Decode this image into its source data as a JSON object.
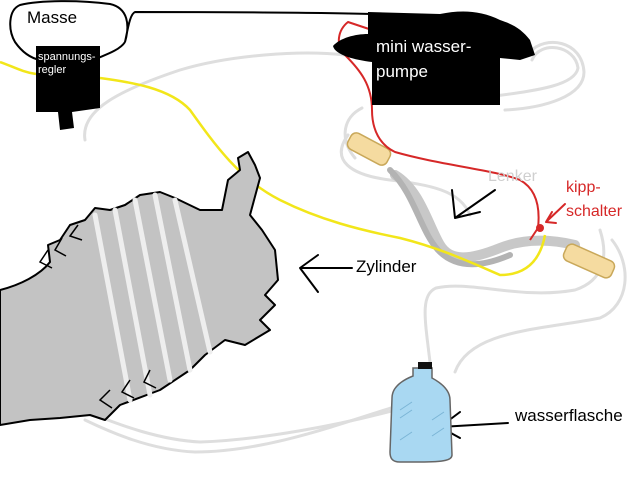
{
  "labels": {
    "masse": "Masse",
    "spannungsregler": "spannungs-\nregler",
    "pumpe": "mini wasser-\npumpe",
    "lenker": "Lenker",
    "kippschalter": "kipp-\nschalter",
    "zylinder": "Zylinder",
    "wasserflasche": "wasserflasche"
  },
  "colors": {
    "wire_ground": "#000000",
    "wire_power": "#f2e61a",
    "wire_switch": "#d62828",
    "hose": "#dedede",
    "engine": "#c3c3c3",
    "bottle": "#a9d8f2"
  }
}
